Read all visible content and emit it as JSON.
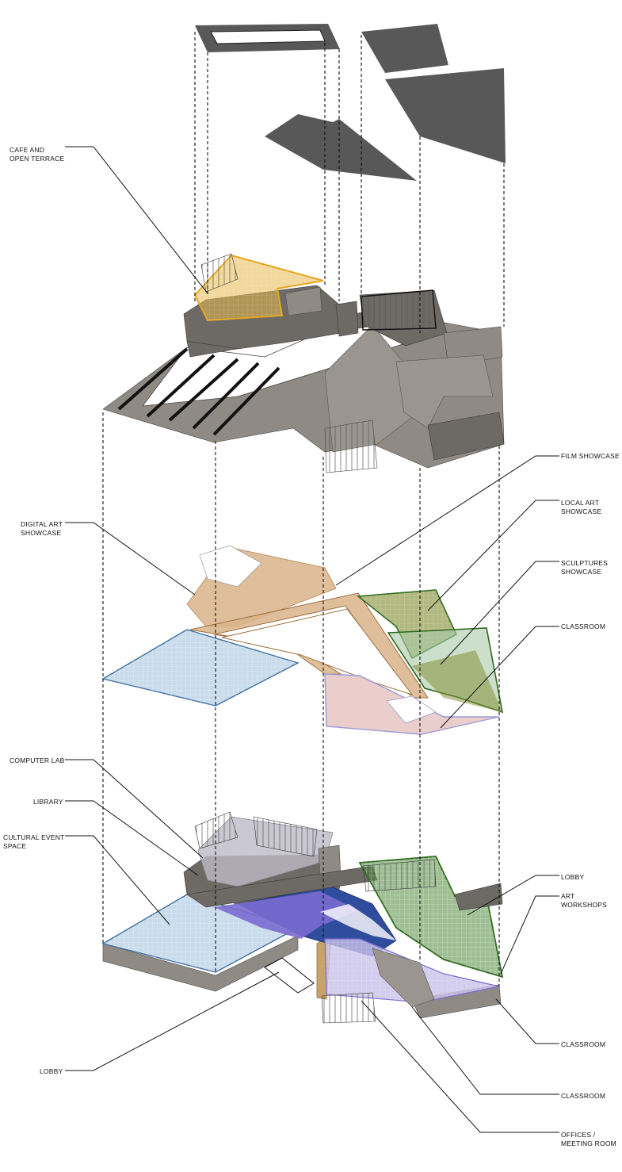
{
  "labels": {
    "cafe_1": "CAFE AND",
    "cafe_2": "OPEN TERRACE",
    "film": "FILM SHOWCASE",
    "local_1": "LOCAL ART",
    "local_2": "SHOWCASE",
    "digital_1": "DIGITAL ART",
    "digital_2": "SHOWCASE",
    "sculpt_1": "SCULPTURES",
    "sculpt_2": "SHOWCASE",
    "classroom_upper": "CLASSROOM",
    "computer_lab": "COMPUTER LAB",
    "library": "LIBRARY",
    "cultural_1": "CULTURAL EVENT",
    "cultural_2": "SPACE",
    "lobby_right": "LOBBY",
    "workshops_1": "ART",
    "workshops_2": "WORKSHOPS",
    "classroom_lower_1": "CLASSROOM",
    "classroom_lower_2": "CLASSROOM",
    "lobby_left": "LOBBY",
    "offices_1": "OFFICES /",
    "offices_2": "MEETING ROOM"
  },
  "colors": {
    "cafe": "#e8b84a",
    "film_digital": "#d9b48a",
    "local_art": "#7f8a2c",
    "sculpture": "#a9c9a6",
    "classroom_pink": "#e8c9c6",
    "cultural": "#9fc0dc",
    "workshops": "#4f8a3c",
    "library": "#bdbac8",
    "offices": "#c9c2ea",
    "lobby_blue": "#2f4d9c",
    "lobby_purple": "#7a6ad0",
    "roof": "#585858"
  }
}
